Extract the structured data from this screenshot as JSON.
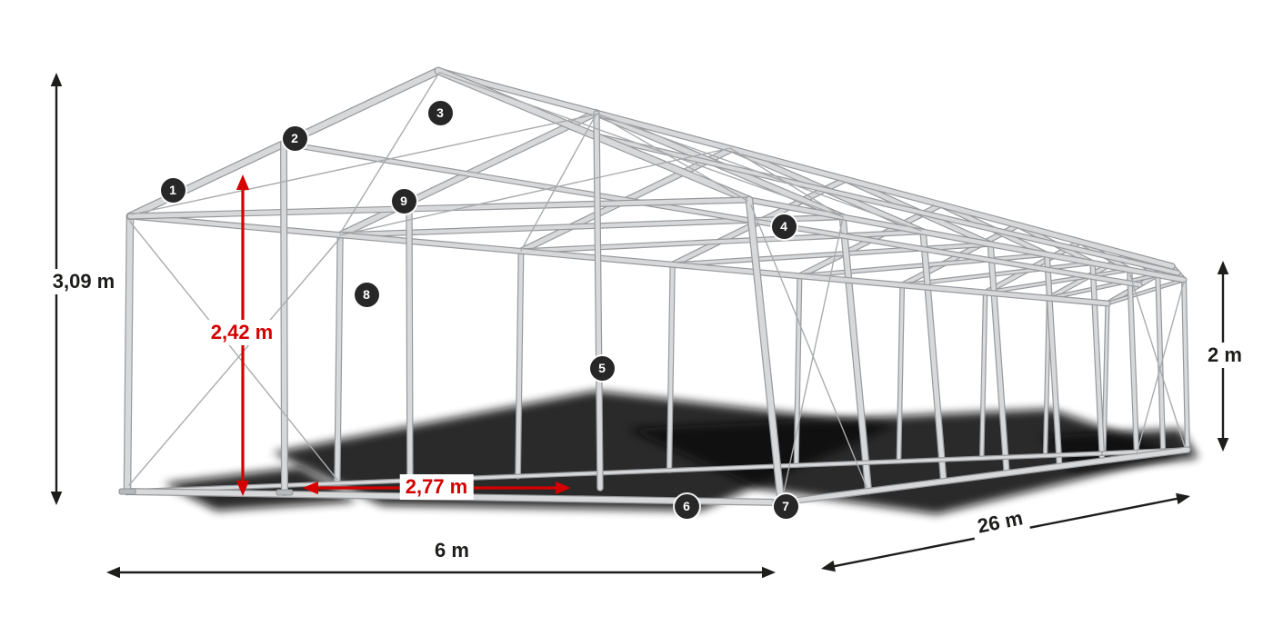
{
  "callouts": [
    "1",
    "2",
    "3",
    "4",
    "5",
    "6",
    "7",
    "8",
    "9"
  ],
  "dimensions": {
    "total_height": "3,09 m",
    "entrance_height": "2,42 m",
    "pole_spacing": "2,77 m",
    "side_height": "2 m",
    "width": "6 m",
    "length": "26 m"
  },
  "colors": {
    "dimension_black": "#1d1d1b",
    "dimension_red": "#d40000",
    "badge_background": "#272727",
    "badge_number": "#ffffff",
    "tube_highlight": "#d6d8da",
    "tube_shadow": "#96999c",
    "cable": "#a9acae",
    "ground_shadow": "#0a0a0a"
  }
}
